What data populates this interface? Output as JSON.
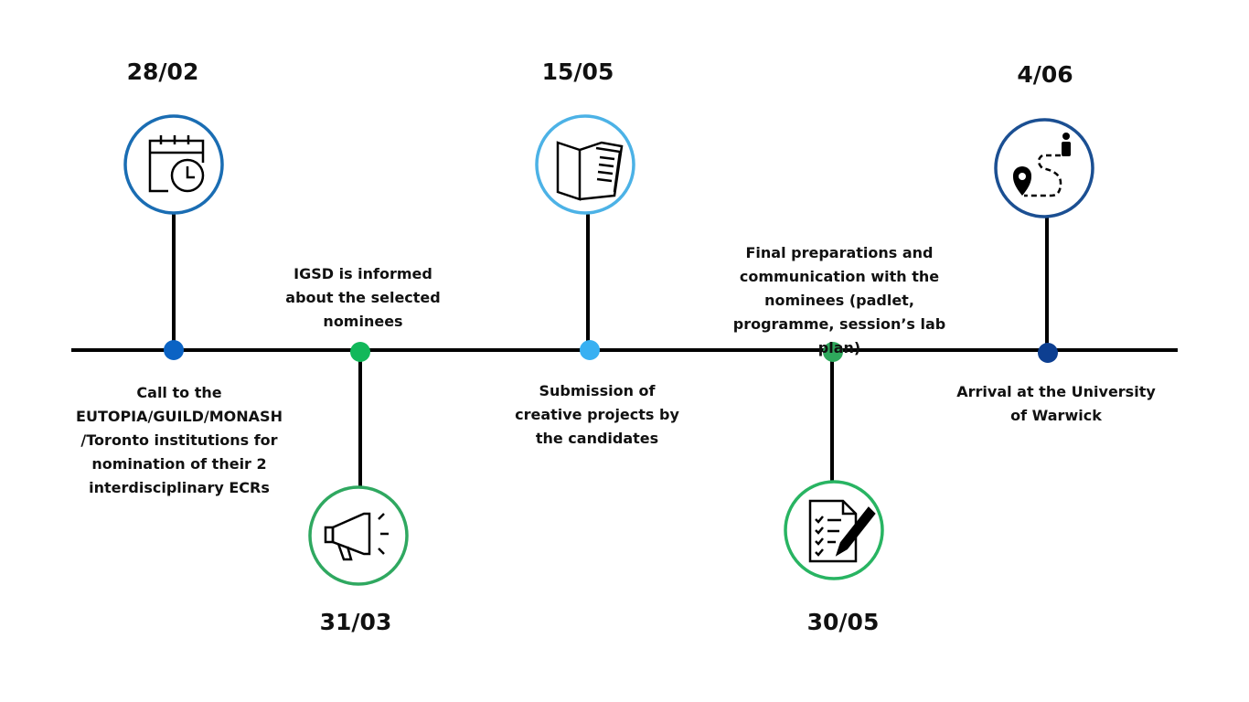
{
  "timeline": {
    "events": [
      {
        "date": "28/02",
        "description": "Call to the EUTOPIA/GUILD/MONASH /Toronto institutions for nomination of their 2 interdisciplinary ECRs",
        "icon": "calendar-clock-icon",
        "color": "#1a6db3",
        "dot_color": "#0b63c4"
      },
      {
        "date": "31/03",
        "description": "IGSD is informed about the selected nominees",
        "icon": "megaphone-icon",
        "color": "#2fa860",
        "dot_color": "#12b85a"
      },
      {
        "date": "15/05",
        "description": "Submission of creative projects by the candidates",
        "icon": "folder-documents-icon",
        "color": "#4cb2e6",
        "dot_color": "#38b0f2"
      },
      {
        "date": "30/05",
        "description": "Final preparations and communication with the nominees (padlet, programme, session’s lab plan)",
        "icon": "checklist-pen-icon",
        "color": "#28b462",
        "dot_color": "#2ea85c"
      },
      {
        "date": "4/06",
        "description": "Arrival at the University of Warwick",
        "icon": "route-map-icon",
        "color": "#1b4f92",
        "dot_color": "#0d3f91"
      }
    ]
  }
}
